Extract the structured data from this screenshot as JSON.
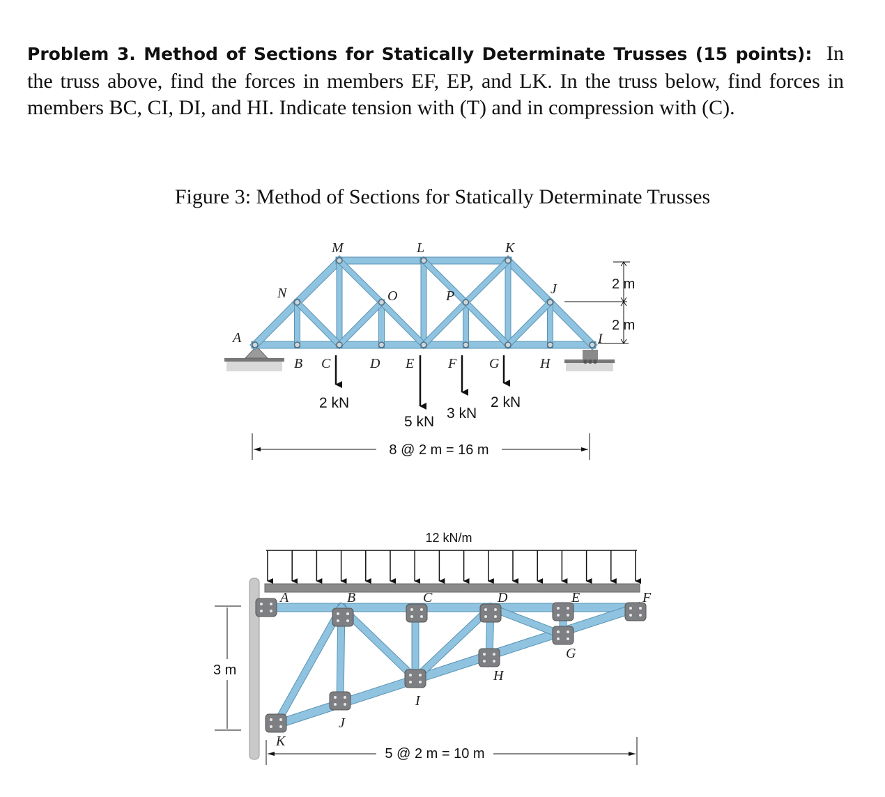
{
  "problem": {
    "heading": "Problem 3. Method of Sections for Statically Determinate Trusses (15 points):",
    "body": "In the truss above, find the forces in members EF, EP, and LK. In the truss below, find forces in members BC, CI, DI, and HI. Indicate tension with (T) and in compression with (C)."
  },
  "caption": "Figure 3: Method of Sections for Statically Determinate Trusses",
  "truss_top": {
    "top_labels": [
      "M",
      "L",
      "K"
    ],
    "mid_labels": [
      "N",
      "O",
      "P",
      "J"
    ],
    "bottom_labels": [
      "A",
      "B",
      "C",
      "D",
      "E",
      "F",
      "G",
      "H",
      "I"
    ],
    "loads": [
      "2 kN",
      "5 kN",
      "3 kN",
      "2 kN"
    ],
    "span": "8 @ 2 m = 16 m",
    "height_upper": "2 m",
    "height_lower": "2 m"
  },
  "truss_bottom": {
    "distributed_load": "12 kN/m",
    "top_labels": [
      "A",
      "B",
      "C",
      "D",
      "E",
      "F"
    ],
    "bottom_labels": [
      "K",
      "J",
      "I",
      "H",
      "G"
    ],
    "height": "3 m",
    "span": "5 @ 2 m = 10 m"
  },
  "colors": {
    "member": "#8fc3df",
    "member_edge": "#5a93b4",
    "gusset": "#7d7f82"
  }
}
